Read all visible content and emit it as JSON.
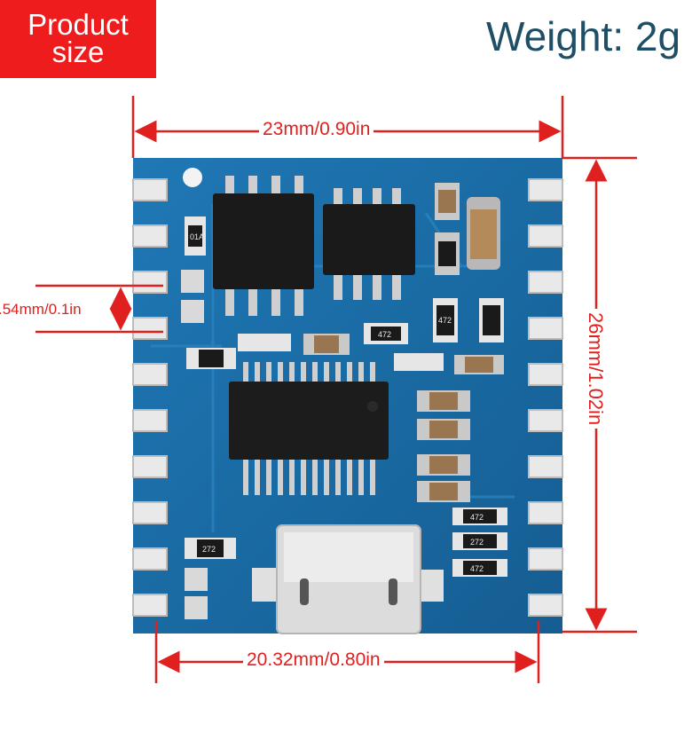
{
  "badge": {
    "line1": "Product",
    "line2": "size"
  },
  "weight_label": "Weight: 2g",
  "dimensions": {
    "width_top": "23mm/0.90in",
    "width_bottom": "20.32mm/0.80in",
    "pitch": ".54mm/0.1in",
    "height": "26mm/1.02in"
  },
  "chip_markings": [
    "01A",
    "472",
    "472",
    "472",
    "272",
    "272",
    "472"
  ],
  "colors": {
    "badge": "#ee1c1c",
    "weight_text": "#1f4f66",
    "dimension": "#e0201f",
    "board": "#1d6fa8"
  }
}
